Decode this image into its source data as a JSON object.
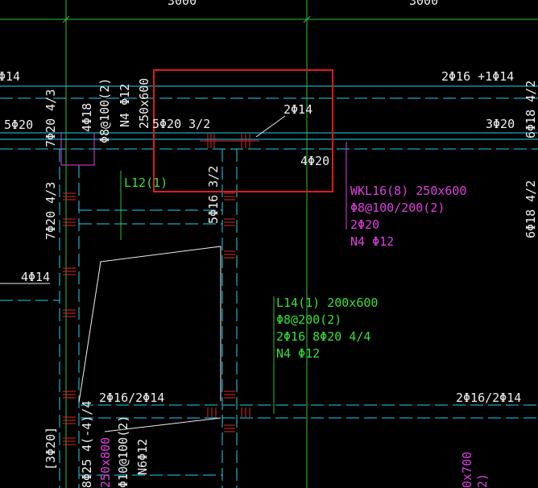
{
  "dimensions": {
    "top_left": "3000",
    "top_right": "3000"
  },
  "labels": {
    "top_left_edge": "Φ14",
    "top_right_edge": "2Φ16 +1Φ14",
    "left_5phi20": "5Φ20",
    "v_7phi20_43_top": "7Φ20 4/3",
    "v_4phi18": "4Φ18",
    "v_phi8_100_2": "Φ8@100(2)",
    "v_n4_phi12": "N4 Φ12",
    "v_250x600": "250x600",
    "mid_5phi20_32": "5Φ20 3/2",
    "box_2phi14": "2Φ14",
    "box_4phi20": "4Φ20",
    "right_3phi20": "3Φ20",
    "right_6phi18_42_top": "6Φ18 4/2",
    "right_6phi18_42_mid": "6Φ18 4/2",
    "l12_label": "L12(1)",
    "v_5phi16_32": "5Φ16 3/2",
    "v_7phi20_43_lower": "7Φ20 4/3",
    "left_4phi14": "4Φ14",
    "bottom_mid_2phi16_2phi14": "2Φ16/2Φ14",
    "bottom_right_2phi16_2phi14": "2Φ16/2Φ14",
    "bottom_left_3phi20": "[3Φ20]",
    "bottom_8phi25": "8Φ25 4(-4)/4",
    "bottom_250x800": "250x800",
    "bottom_phi10_100_2": "Φ10@100(2)",
    "bottom_n6_phi12": "N6Φ12",
    "bottom_right_0x700": "0x700",
    "bottom_right_2": "2)"
  },
  "wkl16": [
    "WKL16(8) 250x600",
    "Φ8@100/200(2)",
    "2Φ20",
    "N4 Φ12"
  ],
  "l14": [
    "L14(1) 200x600",
    "Φ8@200(2)",
    "2Φ16 8Φ20 4/4",
    "N4 Φ12"
  ],
  "colors": {
    "background": "#000000",
    "axis_green": "#33cc33",
    "cyan": "#22d3ee",
    "white": "#ffffff",
    "magenta": "#e040e0",
    "green_text": "#3adf3a",
    "red_mark": "#e0281e",
    "highlight": "#e11b1b"
  }
}
